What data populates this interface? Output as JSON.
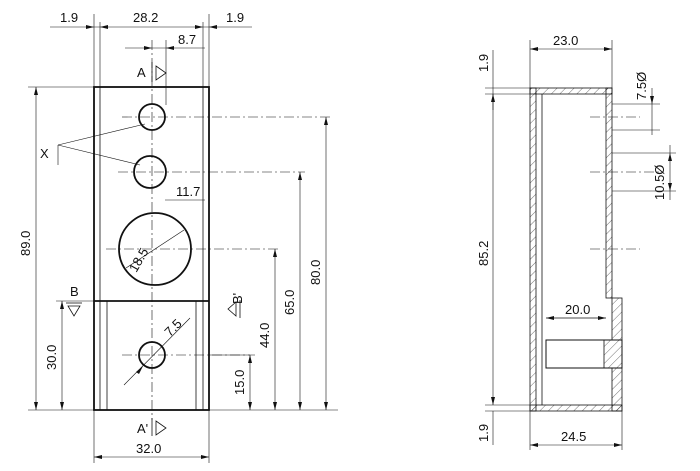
{
  "drawing": {
    "dimensions": {
      "top_left_wall": "1.9",
      "top_width": "28.2",
      "top_right_wall": "1.9",
      "hole_offset": "8.7",
      "section_a": "A",
      "label_x": "X",
      "hole_spacing": "11.7",
      "big_hole_dia": "18.5",
      "overall_height": "89.0",
      "section_b": "B",
      "section_b_prime": "B'",
      "bottom_height": "30.0",
      "small_hole_dia": "7.5",
      "dim_65": "65.0",
      "dim_44": "44.0",
      "dim_80": "80.0",
      "dim_15": "15.0",
      "section_a_prime": "A'",
      "bottom_width": "32.0",
      "side_top_width": "23.0",
      "side_top_wall": "1.9",
      "side_hole_small": "7.5Ø",
      "side_hole_large": "10.5Ø",
      "side_height": "85.2",
      "side_depth": "20.0",
      "side_bottom_wall": "1.9",
      "side_bottom_width": "24.5"
    }
  }
}
